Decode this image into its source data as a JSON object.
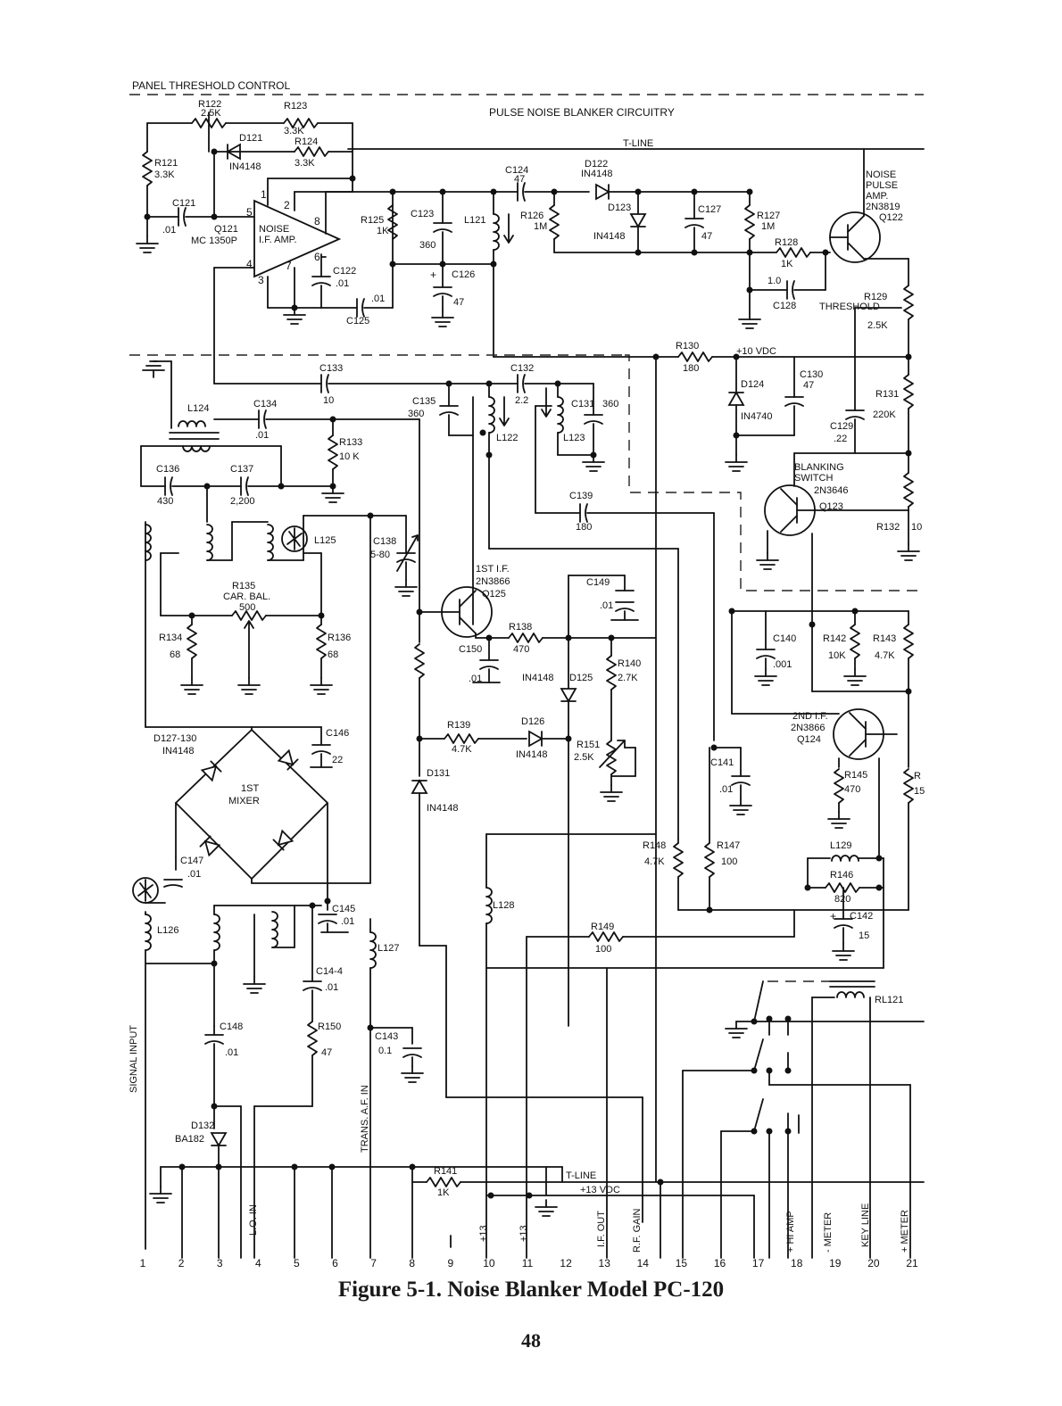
{
  "header": {
    "panel_threshold": "PANEL THRESHOLD CONTROL",
    "section_title": "PULSE NOISE BLANKER CIRCUITRY",
    "t_line": "T-LINE"
  },
  "components": {
    "r122": "R122",
    "r122_val": "2.5K",
    "r123": "R123",
    "r123_val": "3.3K",
    "r124": "R124",
    "r124_val": "3.3K",
    "d121": "D121",
    "d121_val": "IN4148",
    "r121": "R121",
    "r121_val": "3.3K",
    "c121": "C121",
    "c121_val": ".01",
    "q121": "Q121",
    "q121_part": "MC 1350P",
    "amp_a": "NOISE",
    "amp_b": "I.F. AMP.",
    "c122": "C122",
    "c122_val": ".01",
    "c125": "C125",
    "c125_val": ".01",
    "r125": "R125",
    "r125_val": "1K",
    "c123": "C123",
    "c123_val": "360",
    "l121": "L121",
    "c126": "C126",
    "c126_val": "47",
    "c124": "C124",
    "c124_val": "47",
    "r126": "R126",
    "r126_val": "1M",
    "d122": "D122",
    "d122_val": "IN4148",
    "d123": "D123",
    "d123_val": "IN4148",
    "c127": "C127",
    "c127_val": "47",
    "r127": "R127",
    "r127_val": "1M",
    "r128": "R128",
    "r128_val": "1K",
    "c128": "C128",
    "c128_val": "1.0",
    "q122_a": "NOISE",
    "q122_b": "PULSE",
    "q122_c": "AMP.",
    "q122_part": "2N3819",
    "q122": "Q122",
    "r129": "R129",
    "r129_name": "THRESHOLD",
    "r129_val": "2.5K",
    "r130": "R130",
    "r130_val": "180",
    "vdc10": "+10 VDC",
    "d124": "D124",
    "d124_val": "IN4740",
    "c130": "C130",
    "c130_val": "47",
    "r131": "R131",
    "r131_val": "220K",
    "c129": "C129",
    "c129_val": ".22",
    "q123_a": "BLANKING",
    "q123_b": "SWITCH",
    "q123_part": "2N3646",
    "q123": "Q123",
    "r132": "R132",
    "r132_val": "10",
    "c133": "C133",
    "c133_val": "10",
    "c132": "C132",
    "c132_val": "2.2",
    "c135": "C135",
    "c135_val": "360",
    "c131": "C131",
    "c131_val": "360",
    "l122": "L122",
    "l123": "L123",
    "c139": "C139",
    "c139_val": "180",
    "l124": "L124",
    "c134": "C134",
    "c134_val": ".01",
    "r133": "R133",
    "r133_val": "10 K",
    "c136": "C136",
    "c136_val": "430",
    "c137": "C137",
    "c137_val": "2,200",
    "l125": "L125",
    "c138": "C138",
    "c138_val": "5-80",
    "r135": "R135",
    "r135_name": "CAR. BAL.",
    "r135_val": "500",
    "r134": "R134",
    "r134_val": "68",
    "r136": "R136",
    "r136_val": "68",
    "q125_a": "1ST I.F.",
    "q125_part": "2N3866",
    "q125": "Q125",
    "c149": "C149",
    "c149_val": ".01",
    "r138": "R138",
    "r138_val": "470",
    "c150": "C150",
    "c150_val": ".01",
    "d125": "D125",
    "d125_val": "IN4148",
    "r140": "R140",
    "r140_val": "2.7K",
    "c140": "C140",
    "c140_val": ".001",
    "r142": "R142",
    "r142_val": "10K",
    "r143": "R143",
    "r143_val": "4.7K",
    "r139": "R139",
    "r139_val": "4.7K",
    "d126": "D126",
    "d126_val": "IN4148",
    "r151": "R151",
    "r151_val": "2.5K",
    "d131": "D131",
    "d131_val": "IN4148",
    "q124_a": "2ND I.F.",
    "q124_part": "2N3866",
    "q124": "Q124",
    "r145": "R145",
    "r145_val": "470",
    "c141": "C141",
    "c141_val": ".01",
    "d127": "D127-130",
    "d127_val": "IN4148",
    "c146": "C146",
    "c146_val": "22",
    "mixer_a": "1ST",
    "mixer_b": "MIXER",
    "c147": "C147",
    "c147_val": ".01",
    "r148": "R148",
    "r148_val": "4.7K",
    "r147": "R147",
    "r147_val": "100",
    "l129": "L129",
    "r146": "R146",
    "r146_val": "820",
    "c142": "C142",
    "c142_val": "15",
    "l126": "L126",
    "c145": "C145",
    "c145_val": ".01",
    "l128": "L128",
    "l127": "L127",
    "r149": "R149",
    "r149_val": "100",
    "c144": "C14-4",
    "c144_val": ".01",
    "c148": "C148",
    "c148_val": ".01",
    "r150": "R150",
    "r150_val": "47",
    "c143": "C143",
    "c143_val": "0.1",
    "rl121": "RL121",
    "d132": "D132",
    "d132_val": "BA182",
    "r141": "R141",
    "r141_val": "1K",
    "t_line_bottom": "T-LINE",
    "vdc13": "+13 VDC",
    "r_edge": "R",
    "r_edge_val": "15"
  },
  "signals": {
    "signal_input": "SIGNAL INPUT",
    "trans_af_in": "TRANS. A.F. IN",
    "lo_in": "L.O. IN",
    "p13a": "+13",
    "p13b": "+13",
    "if_out": "I.F. OUT",
    "rf_gain": "R.F. GAIN",
    "hi_amp": "+ HI AMP",
    "minus_meter": "- METER",
    "key_line": "KEY LINE",
    "plus_meter": "+ METER"
  },
  "pins": [
    "1",
    "2",
    "3",
    "4",
    "5",
    "6",
    "7",
    "8",
    "9",
    "10",
    "11",
    "12",
    "13",
    "14",
    "15",
    "16",
    "17",
    "18",
    "19",
    "20",
    "21"
  ],
  "caption": "Figure 5-1. Noise Blanker Model PC-120",
  "page_number": "48"
}
